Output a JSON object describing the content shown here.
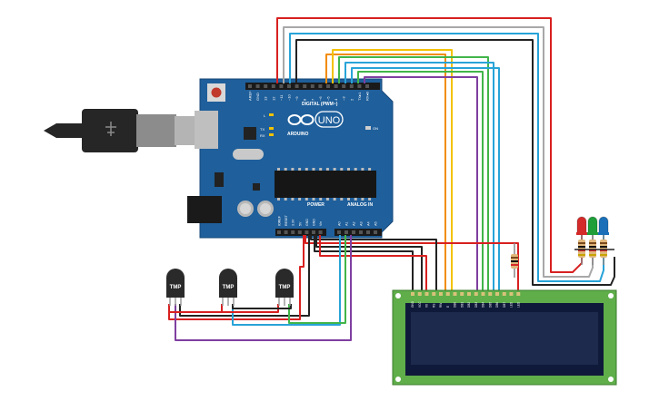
{
  "arduino": {
    "brand": "ARDUINO",
    "model": "UNO",
    "digital_label": "DIGITAL (PWM~)",
    "power_label": "POWER",
    "analog_label": "ANALOG IN",
    "on_label": "ON",
    "l_label": "L",
    "tx_label": "TX",
    "rx_label": "RX",
    "digital_pins": [
      "AREF",
      "GND",
      "13",
      "12",
      "~11",
      "~10",
      "~9",
      "8",
      "7",
      "~6",
      "~5",
      "4",
      "~3",
      "2",
      "TX▸1",
      "RX◂0"
    ],
    "power_pins": [
      "IOREF",
      "RESET",
      "3.3V",
      "5V",
      "GND",
      "GND",
      "Vin"
    ],
    "analog_pins": [
      "A0",
      "A1",
      "A2",
      "A3",
      "A4",
      "A5"
    ]
  },
  "sensors": [
    {
      "label": "TMP"
    },
    {
      "label": "TMP"
    },
    {
      "label": "TMP"
    }
  ],
  "lcd": {
    "pin_labels": [
      "GND",
      "VCC",
      "V0",
      "RS",
      "RW",
      "E",
      "DB0",
      "DB1",
      "DB2",
      "DB3",
      "DB4",
      "DB5",
      "DB6",
      "DB7",
      "LED",
      "LED"
    ]
  },
  "leds": [
    {
      "color": "red",
      "hex": "#d42a2a"
    },
    {
      "color": "green",
      "hex": "#1f9e3a"
    },
    {
      "color": "blue",
      "hex": "#1b6fb8"
    }
  ],
  "colors": {
    "board": "#1f5f9b",
    "pcb": "#5fae4a",
    "lcd_screen": "#1e2a4d",
    "wire_red": "#d82020",
    "wire_black": "#222222",
    "wire_orange": "#f28c00",
    "wire_yellow": "#f2c200",
    "wire_green": "#41b549",
    "wire_cyan": "#28a3d8",
    "wire_purple": "#7f3fa0",
    "wire_gray": "#a8a8a8"
  }
}
